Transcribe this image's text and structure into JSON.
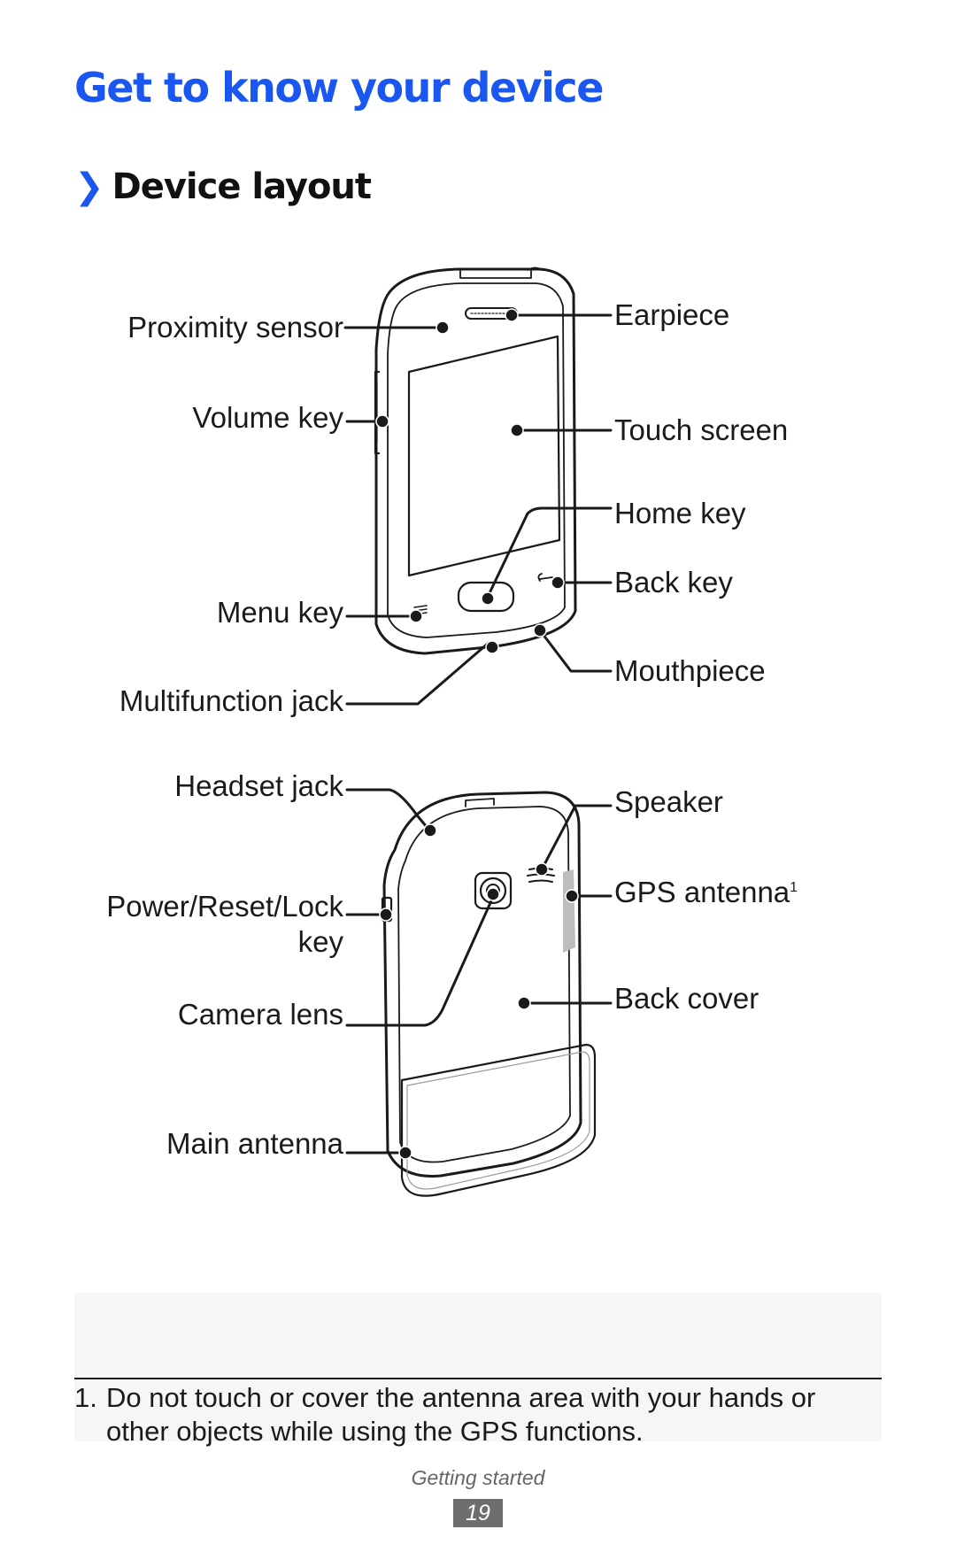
{
  "page_title": "Get to know your device",
  "section": {
    "chevron": "❯",
    "heading": "Device layout"
  },
  "front_labels": {
    "proximity_sensor": "Proximity sensor",
    "volume_key": "Volume key",
    "menu_key": "Menu key",
    "multifunction_jack": "Multifunction jack",
    "earpiece": "Earpiece",
    "touch_screen": "Touch screen",
    "home_key": "Home key",
    "back_key": "Back key",
    "mouthpiece": "Mouthpiece"
  },
  "back_labels": {
    "headset_jack": "Headset jack",
    "power_key_line1": "Power/Reset/Lock",
    "power_key_line2": "key",
    "camera_lens": "Camera lens",
    "main_antenna": "Main antenna",
    "speaker": "Speaker",
    "gps_antenna": "GPS antenna",
    "gps_antenna_footnote_mark": "1",
    "back_cover": "Back cover"
  },
  "footnote": {
    "number": "1.",
    "text": "Do not touch or cover the antenna area with your hands or other objects while using the GPS functions."
  },
  "footer": {
    "section": "Getting started",
    "page_number": "19"
  },
  "colors": {
    "accent": "#1a56f0",
    "text": "#1a1a1a"
  }
}
